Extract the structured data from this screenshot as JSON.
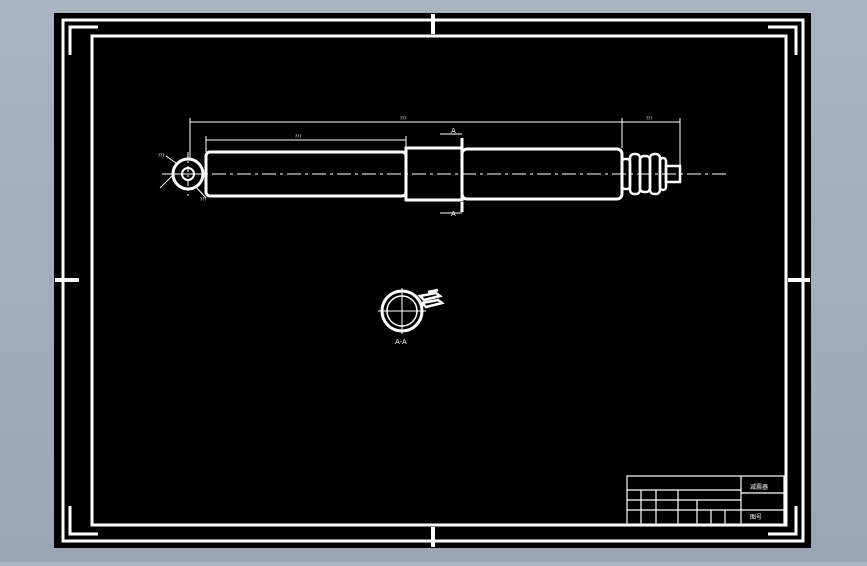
{
  "drawing": {
    "background_color": "#000000",
    "line_color": "#ffffff",
    "viewport_color": "#9ea9b8",
    "section_marks": {
      "top": "A",
      "bottom": "A"
    },
    "section_view_label": "A-A",
    "dimensions": {
      "overall_length": "???",
      "body_length": "???",
      "end_length": "???",
      "eye_label_1": "???",
      "eye_label_2": "???"
    },
    "title_block": {
      "row1": [
        "",
        "",
        "",
        "",
        ""
      ],
      "row2": [
        "",
        "",
        "",
        "",
        ""
      ],
      "part_name": "减震器",
      "drawing_no": "图号",
      "scale_row": "",
      "bottom_left": "",
      "bottom_mid": "",
      "bottom_right": ""
    }
  }
}
